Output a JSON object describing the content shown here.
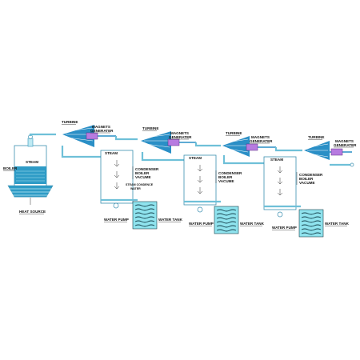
{
  "diagram": {
    "labels": {
      "turbine": "TURBINE",
      "magnets": "MAGNETS",
      "generater": "GENERATER",
      "steam": "STEAM",
      "boiler": "BOILER",
      "heat_source": "HEAT SOURCE",
      "condenser": "CONDENSER",
      "condenser_boiler": "BOILER",
      "vacume": "VACUME",
      "steam_condence": "STEAM CONDENCE",
      "water": "WATER",
      "water_pump": "WATER PUMP",
      "water_tank": "WATER TANK"
    },
    "stage_count": 4,
    "colors": {
      "pipe": "#bfeaf3",
      "pipe_edge": "#3b8fb0",
      "turbine": "#2a8fc6",
      "generator": "#b77be0",
      "tank_water": "#8fe3ee",
      "boiler_water": "#2e9bc6"
    }
  }
}
